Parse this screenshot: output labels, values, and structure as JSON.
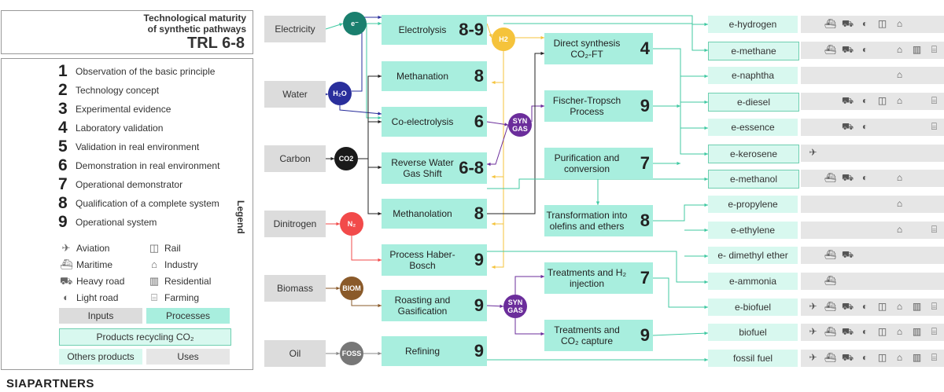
{
  "title": {
    "line1": "Technological maturity",
    "line2": "of synthetic pathways",
    "trl": "TRL 6-8"
  },
  "legend": {
    "heading": "Legend",
    "trl_levels": [
      {
        "num": "1",
        "text": "Observation of the basic principle"
      },
      {
        "num": "2",
        "text": "Technology concept"
      },
      {
        "num": "3",
        "text": "Experimental evidence"
      },
      {
        "num": "4",
        "text": "Laboratory validation"
      },
      {
        "num": "5",
        "text": "Validation in real environment"
      },
      {
        "num": "6",
        "text": "Demonstration in real environment"
      },
      {
        "num": "7",
        "text": "Operational demonstrator"
      },
      {
        "num": "8",
        "text": "Qualification of a complete system"
      },
      {
        "num": "9",
        "text": "Operational system"
      }
    ],
    "uses": [
      {
        "icon": "plane-icon",
        "label": "Aviation"
      },
      {
        "icon": "train-icon",
        "label": "Rail"
      },
      {
        "icon": "ship-icon",
        "label": "Maritime"
      },
      {
        "icon": "factory-icon",
        "label": "Industry"
      },
      {
        "icon": "truck-icon",
        "label": "Heavy road"
      },
      {
        "icon": "building-icon",
        "label": "Residential"
      },
      {
        "icon": "car-icon",
        "label": "Light road"
      },
      {
        "icon": "tractor-icon",
        "label": "Farming"
      }
    ],
    "swatches": {
      "inputs": "Inputs",
      "processes": "Processes",
      "recycling": "Products recycling CO₂",
      "others": "Others products",
      "uses": "Uses"
    }
  },
  "inputs": [
    "Electricity",
    "Water",
    "Carbon",
    "Dinitrogen",
    "Biomass",
    "Oil"
  ],
  "carriers": [
    {
      "label": "e⁻",
      "color": "#1a7f6e"
    },
    {
      "label": "H₂O",
      "color": "#2a2f9c"
    },
    {
      "label": "CO2",
      "color": "#1a1a1a"
    },
    {
      "label": "N₂",
      "color": "#f24a4a"
    },
    {
      "label": "BIOM",
      "color": "#8a5a2a"
    },
    {
      "label": "FOSS",
      "color": "#777777"
    },
    {
      "label": "H2",
      "color": "#f5c33b"
    },
    {
      "label": "SYN GAS",
      "color": "#6b2d9b"
    },
    {
      "label": "SYN GAS",
      "color": "#6b2d9b"
    }
  ],
  "processes_left": [
    {
      "label": "Electrolysis",
      "trl": "8-9"
    },
    {
      "label": "Methanation",
      "trl": "8"
    },
    {
      "label": "Co-electrolysis",
      "trl": "6"
    },
    {
      "label": "Reverse Water Gas Shift",
      "trl": "6-8"
    },
    {
      "label": "Methanolation",
      "trl": "8"
    },
    {
      "label": "Process Haber-Bosch",
      "trl": "9"
    },
    {
      "label": "Roasting and Gasification",
      "trl": "9"
    },
    {
      "label": "Refining",
      "trl": "9"
    }
  ],
  "processes_right": [
    {
      "label": "Direct synthesis CO₂-FT",
      "trl": "4"
    },
    {
      "label": "Fischer-Tropsch Process",
      "trl": "9"
    },
    {
      "label": "Purification and conversion",
      "trl": "7"
    },
    {
      "label": "Transformation into olefins and ethers",
      "trl": "8"
    },
    {
      "label": "Treatments and H₂ injection",
      "trl": "7"
    },
    {
      "label": "Treatments and CO₂ capture",
      "trl": "9"
    }
  ],
  "products": [
    {
      "label": "e-hydrogen",
      "uses": [
        "ship-icon",
        "truck-icon",
        "car-icon",
        "train-icon",
        "factory-icon"
      ]
    },
    {
      "label": "e-methane",
      "uses": [
        "ship-icon",
        "truck-icon",
        "car-icon",
        "factory-icon",
        "building-icon",
        "tractor-icon"
      ]
    },
    {
      "label": "e-naphtha",
      "uses": [
        "factory-icon"
      ]
    },
    {
      "label": "e-diesel",
      "uses": [
        "truck-icon",
        "car-icon",
        "train-icon",
        "factory-icon",
        "tractor-icon"
      ]
    },
    {
      "label": "e-essence",
      "uses": [
        "truck-icon",
        "car-icon",
        "tractor-icon"
      ]
    },
    {
      "label": "e-kerosene",
      "uses": [
        "plane-icon"
      ]
    },
    {
      "label": "e-methanol",
      "uses": [
        "ship-icon",
        "truck-icon",
        "car-icon",
        "factory-icon"
      ]
    },
    {
      "label": "e-propylene",
      "uses": [
        "factory-icon"
      ]
    },
    {
      "label": "e-ethylene",
      "uses": [
        "factory-icon",
        "tractor-icon"
      ]
    },
    {
      "label": "e- dimethyl ether",
      "uses": [
        "ship-icon",
        "truck-icon"
      ]
    },
    {
      "label": "e-ammonia",
      "uses": [
        "ship-icon"
      ]
    },
    {
      "label": "e-biofuel",
      "uses": [
        "plane-icon",
        "ship-icon",
        "truck-icon",
        "car-icon",
        "train-icon",
        "factory-icon",
        "building-icon",
        "tractor-icon"
      ]
    },
    {
      "label": "biofuel",
      "uses": [
        "plane-icon",
        "ship-icon",
        "truck-icon",
        "car-icon",
        "train-icon",
        "factory-icon",
        "building-icon",
        "tractor-icon"
      ]
    },
    {
      "label": "fossil fuel",
      "uses": [
        "plane-icon",
        "ship-icon",
        "truck-icon",
        "car-icon",
        "train-icon",
        "factory-icon",
        "building-icon",
        "tractor-icon"
      ]
    }
  ],
  "brand": "SIAPARTNERS"
}
